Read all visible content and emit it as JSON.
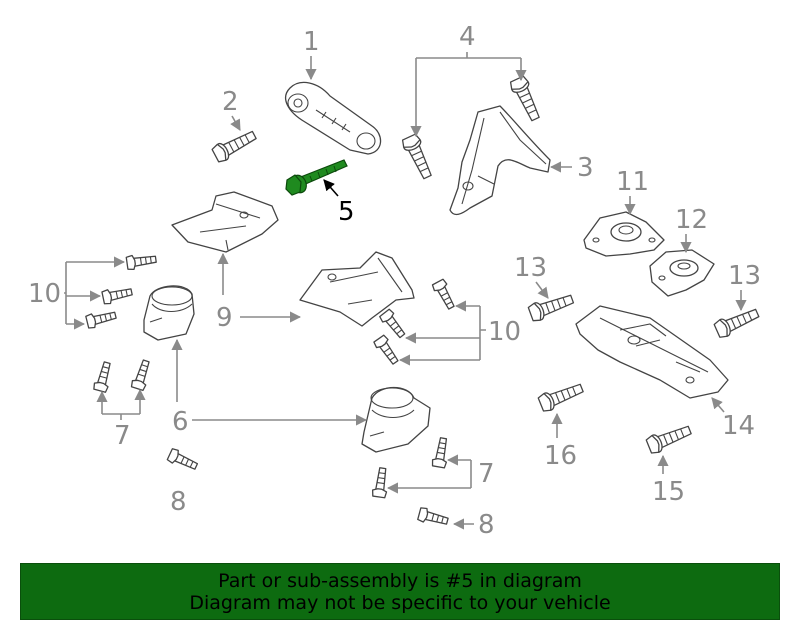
{
  "colors": {
    "highlight_part": "#1f8a1f",
    "banner_background": "#0d6b10",
    "callout_gray": "#8a8a8a"
  },
  "callouts": {
    "c1": "1",
    "c2": "2",
    "c3": "3",
    "c4": "4",
    "c5": "5",
    "c6": "6",
    "c7a": "7",
    "c7b": "7",
    "c8a": "8",
    "c8b": "8",
    "c9": "9",
    "c10a": "10",
    "c10b": "10",
    "c11": "11",
    "c12": "12",
    "c13a": "13",
    "c13b": "13",
    "c14": "14",
    "c15": "15",
    "c16": "16"
  },
  "banner": {
    "line1": "Part or sub-assembly is #5 in diagram",
    "line2": "Diagram may not be specific to your vehicle"
  }
}
